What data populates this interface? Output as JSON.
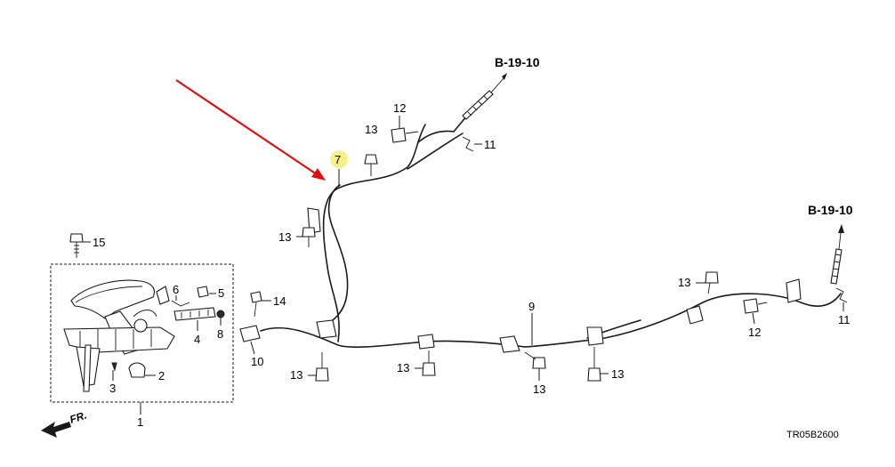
{
  "diagram": {
    "references": {
      "upper": "B-19-10",
      "right": "B-19-10"
    },
    "callouts": {
      "c1": "1",
      "c2": "2",
      "c3": "3",
      "c4": "4",
      "c5": "5",
      "c6": "6",
      "c7": "7",
      "c8": "8",
      "c9": "9",
      "c10": "10",
      "c11a": "11",
      "c11b": "11",
      "c12a": "12",
      "c12b": "12",
      "c13a": "13",
      "c13b": "13",
      "c13c": "13",
      "c13d": "13",
      "c13e": "13",
      "c13f": "13",
      "c13g": "13",
      "c14": "14",
      "c15": "15"
    },
    "direction_label": "FR.",
    "drawing_code": "TR05B2600",
    "colors": {
      "arrow": "#e01010",
      "highlight": "#f5f08a",
      "line": "#1a1a1a"
    }
  }
}
